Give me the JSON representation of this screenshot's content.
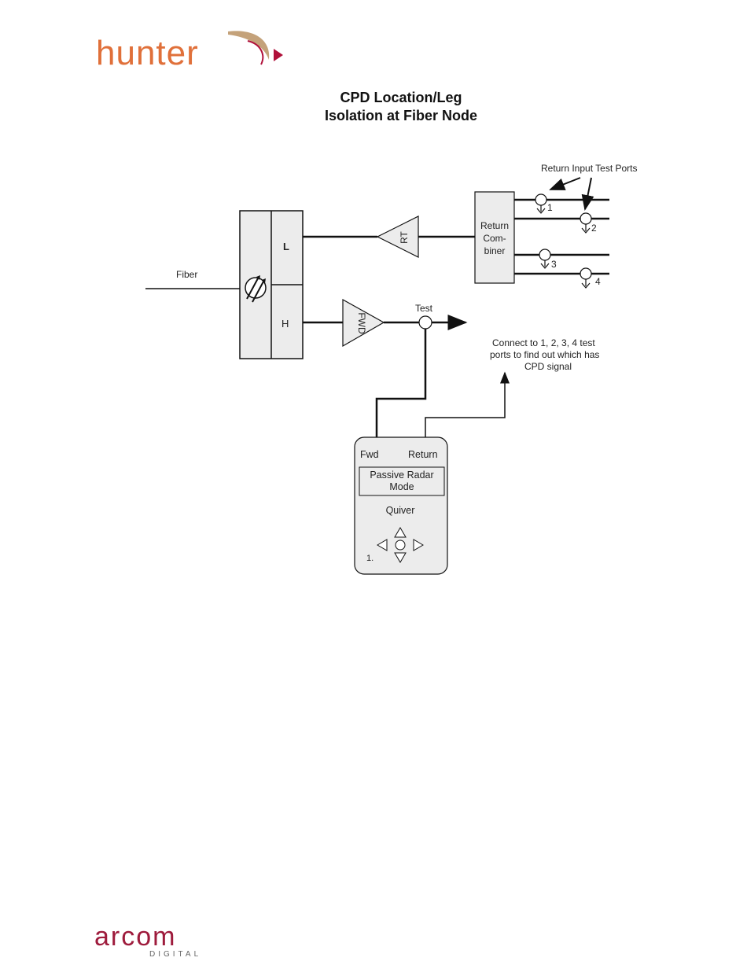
{
  "header": {
    "logo_text": "hunter",
    "title_line1": "CPD Location/Leg",
    "title_line2": "Isolation at Fiber Node"
  },
  "diagram": {
    "fiber_label": "Fiber",
    "node_low_label": "L",
    "node_high_label": "H",
    "rt_label": "RT",
    "fwd_label": "FWD",
    "combiner_line1": "Return",
    "combiner_line2": "Com-",
    "combiner_line3": "biner",
    "return_ports_label": "Return Input Test Ports",
    "port1": "1",
    "port2": "2",
    "port3": "3",
    "port4": "4",
    "test_label": "Test",
    "connect_line1": "Connect to 1, 2, 3, 4 test",
    "connect_line2": "ports to find out which has",
    "connect_line3": "CPD signal"
  },
  "device": {
    "fwd_label": "Fwd",
    "return_label": "Return",
    "mode_line1": "Passive Radar",
    "mode_line2": "Mode",
    "name": "Quiver",
    "corner_label": "1."
  },
  "footer": {
    "logo_main": "arcom",
    "logo_sub": "DIGITAL"
  },
  "colors": {
    "hunter_orange": "#e0703a",
    "hunter_red": "#b0103a",
    "arcom_red": "#9e1b3c",
    "box_fill": "#ececec"
  }
}
